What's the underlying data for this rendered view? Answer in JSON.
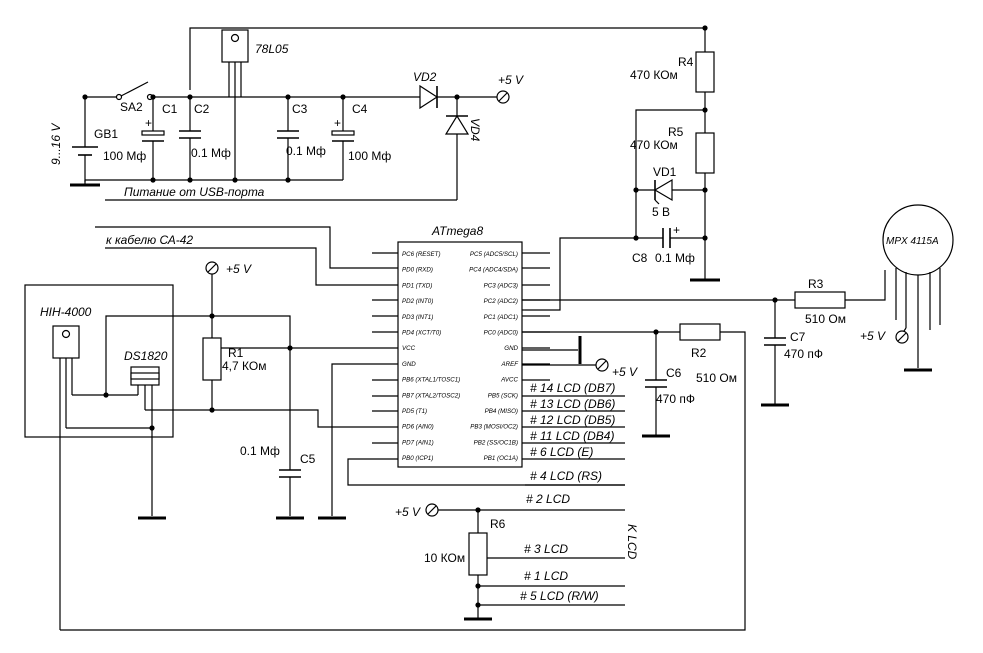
{
  "mcu": {
    "name": "ATmega8",
    "left_pins": [
      "PC6 (RESET)",
      "PD0 (RXD)",
      "PD1 (TXD)",
      "PD2 (INT0)",
      "PD3 (INT1)",
      "PD4 (XCT/T0)",
      "VCC",
      "GND",
      "PB6 (XTAL1/TOSC1)",
      "PB7 (XTAL2/TOSC2)",
      "PD5 (T1)",
      "PD6 (AIN0)",
      "PD7 (AIN1)",
      "PB0 (ICP1)"
    ],
    "right_pins": [
      "PC5 (ADC5/SCL)",
      "PC4 (ADC4/SDA)",
      "PC3 (ADC3)",
      "PC2 (ADC2)",
      "PC1 (ADC1)",
      "PC0 (ADC0)",
      "GND",
      "AREF",
      "AVCC",
      "PB5 (SCK)",
      "PB4 (MISO)",
      "PB3 (MOSI/OC2)",
      "PB2 (SS/OC1B)",
      "PB1 (OC1A)"
    ]
  },
  "components": {
    "regulator": "78L05",
    "switch": "SA2",
    "battery": "GB1",
    "battery_voltage": "9...16 V",
    "c1": "C1",
    "c2": "C2",
    "c3": "C3",
    "c4": "C4",
    "c1_value": "100 Мф",
    "c2_value": "0.1 Мф",
    "c3_value": "0.1 Мф",
    "c4_value": "100 Мф",
    "vd2": "VD2",
    "vd4": "VD4",
    "r4": "R4",
    "r4_value": "470 КОм",
    "r5": "R5",
    "r5_value": "470 КОм",
    "vd1": "VD1",
    "vd1_value": "5 В",
    "c8": "C8",
    "c8_value": "0.1 Мф",
    "r3": "R3",
    "r3_value": "510 Ом",
    "c7": "C7",
    "c7_value": "470 пФ",
    "r2": "R2",
    "r2_value": "510 Ом",
    "c6": "C6",
    "c6_value": "470 пФ",
    "r1": "R1",
    "r1_value": "4,7 КОм",
    "c5": "C5",
    "c5_value": "0.1 Мф",
    "r6": "R6",
    "r6_value": "10 КОм",
    "hih": "HIH-4000",
    "ds": "DS1820",
    "mpx": "MPX 4115A"
  },
  "labels": {
    "plus5_top": "+5 V",
    "plus5_r1": "+5 V",
    "plus5_aref": "+5 V",
    "plus5_mpx": "+5 V",
    "plus5_lcd": "+5 V",
    "usb_power": "Питание от USB-порта",
    "cable": "к кабелю СА-42",
    "k_lcd": "K LCD",
    "plus": "+"
  },
  "lcd_signals": [
    "# 14 LCD (DB7)",
    "# 13 LCD (DB6)",
    "# 12 LCD (DB5)",
    "# 11 LCD (DB4)",
    "# 6 LCD (E)",
    "# 4 LCD (RS)",
    "# 2 LCD",
    "# 3 LCD",
    "# 1 LCD",
    "# 5 LCD (R/W)"
  ]
}
